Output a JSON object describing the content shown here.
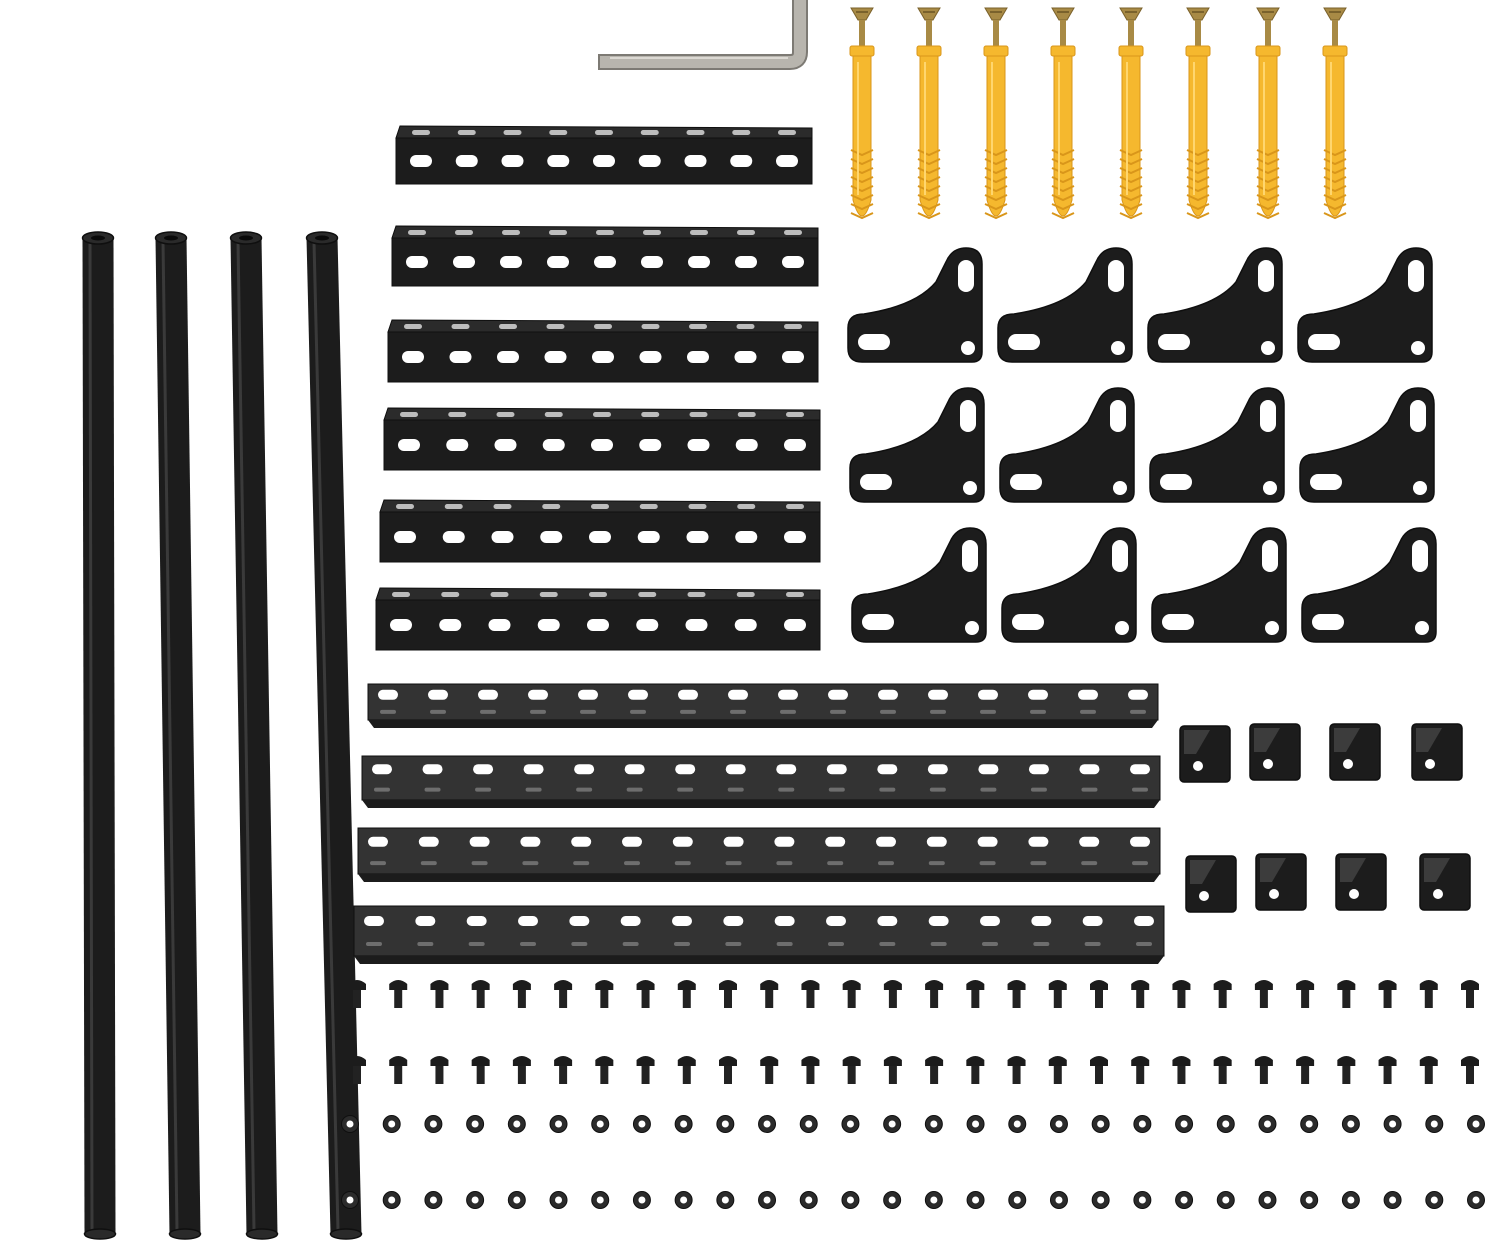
{
  "scene": {
    "background": "#ffffff",
    "colors": {
      "metal_black": "#1c1c1c",
      "metal_edge": "#0f0f0f",
      "metal_highlight": "#3a3a3a",
      "hole": "#ffffff",
      "anchor_yellow": "#f5b82e",
      "anchor_shadow": "#d9961a",
      "screw_tan": "#a88a45",
      "wrench_silver": "#b8b5ae"
    },
    "parts": {
      "long_tubes": 4,
      "short_angle_rails": 6,
      "long_angle_rails": 4,
      "l_brackets": 12,
      "corner_caps": 8,
      "wall_anchors_with_screws": 8,
      "hex_key": 1,
      "bolts": 56,
      "nuts": 56
    },
    "icons": {
      "hex_key": "hex-key-icon",
      "anchor": "wall-anchor-icon",
      "bracket": "l-bracket-icon",
      "cap": "corner-cap-icon",
      "bolt": "bolt-icon",
      "nut": "nut-icon"
    }
  }
}
